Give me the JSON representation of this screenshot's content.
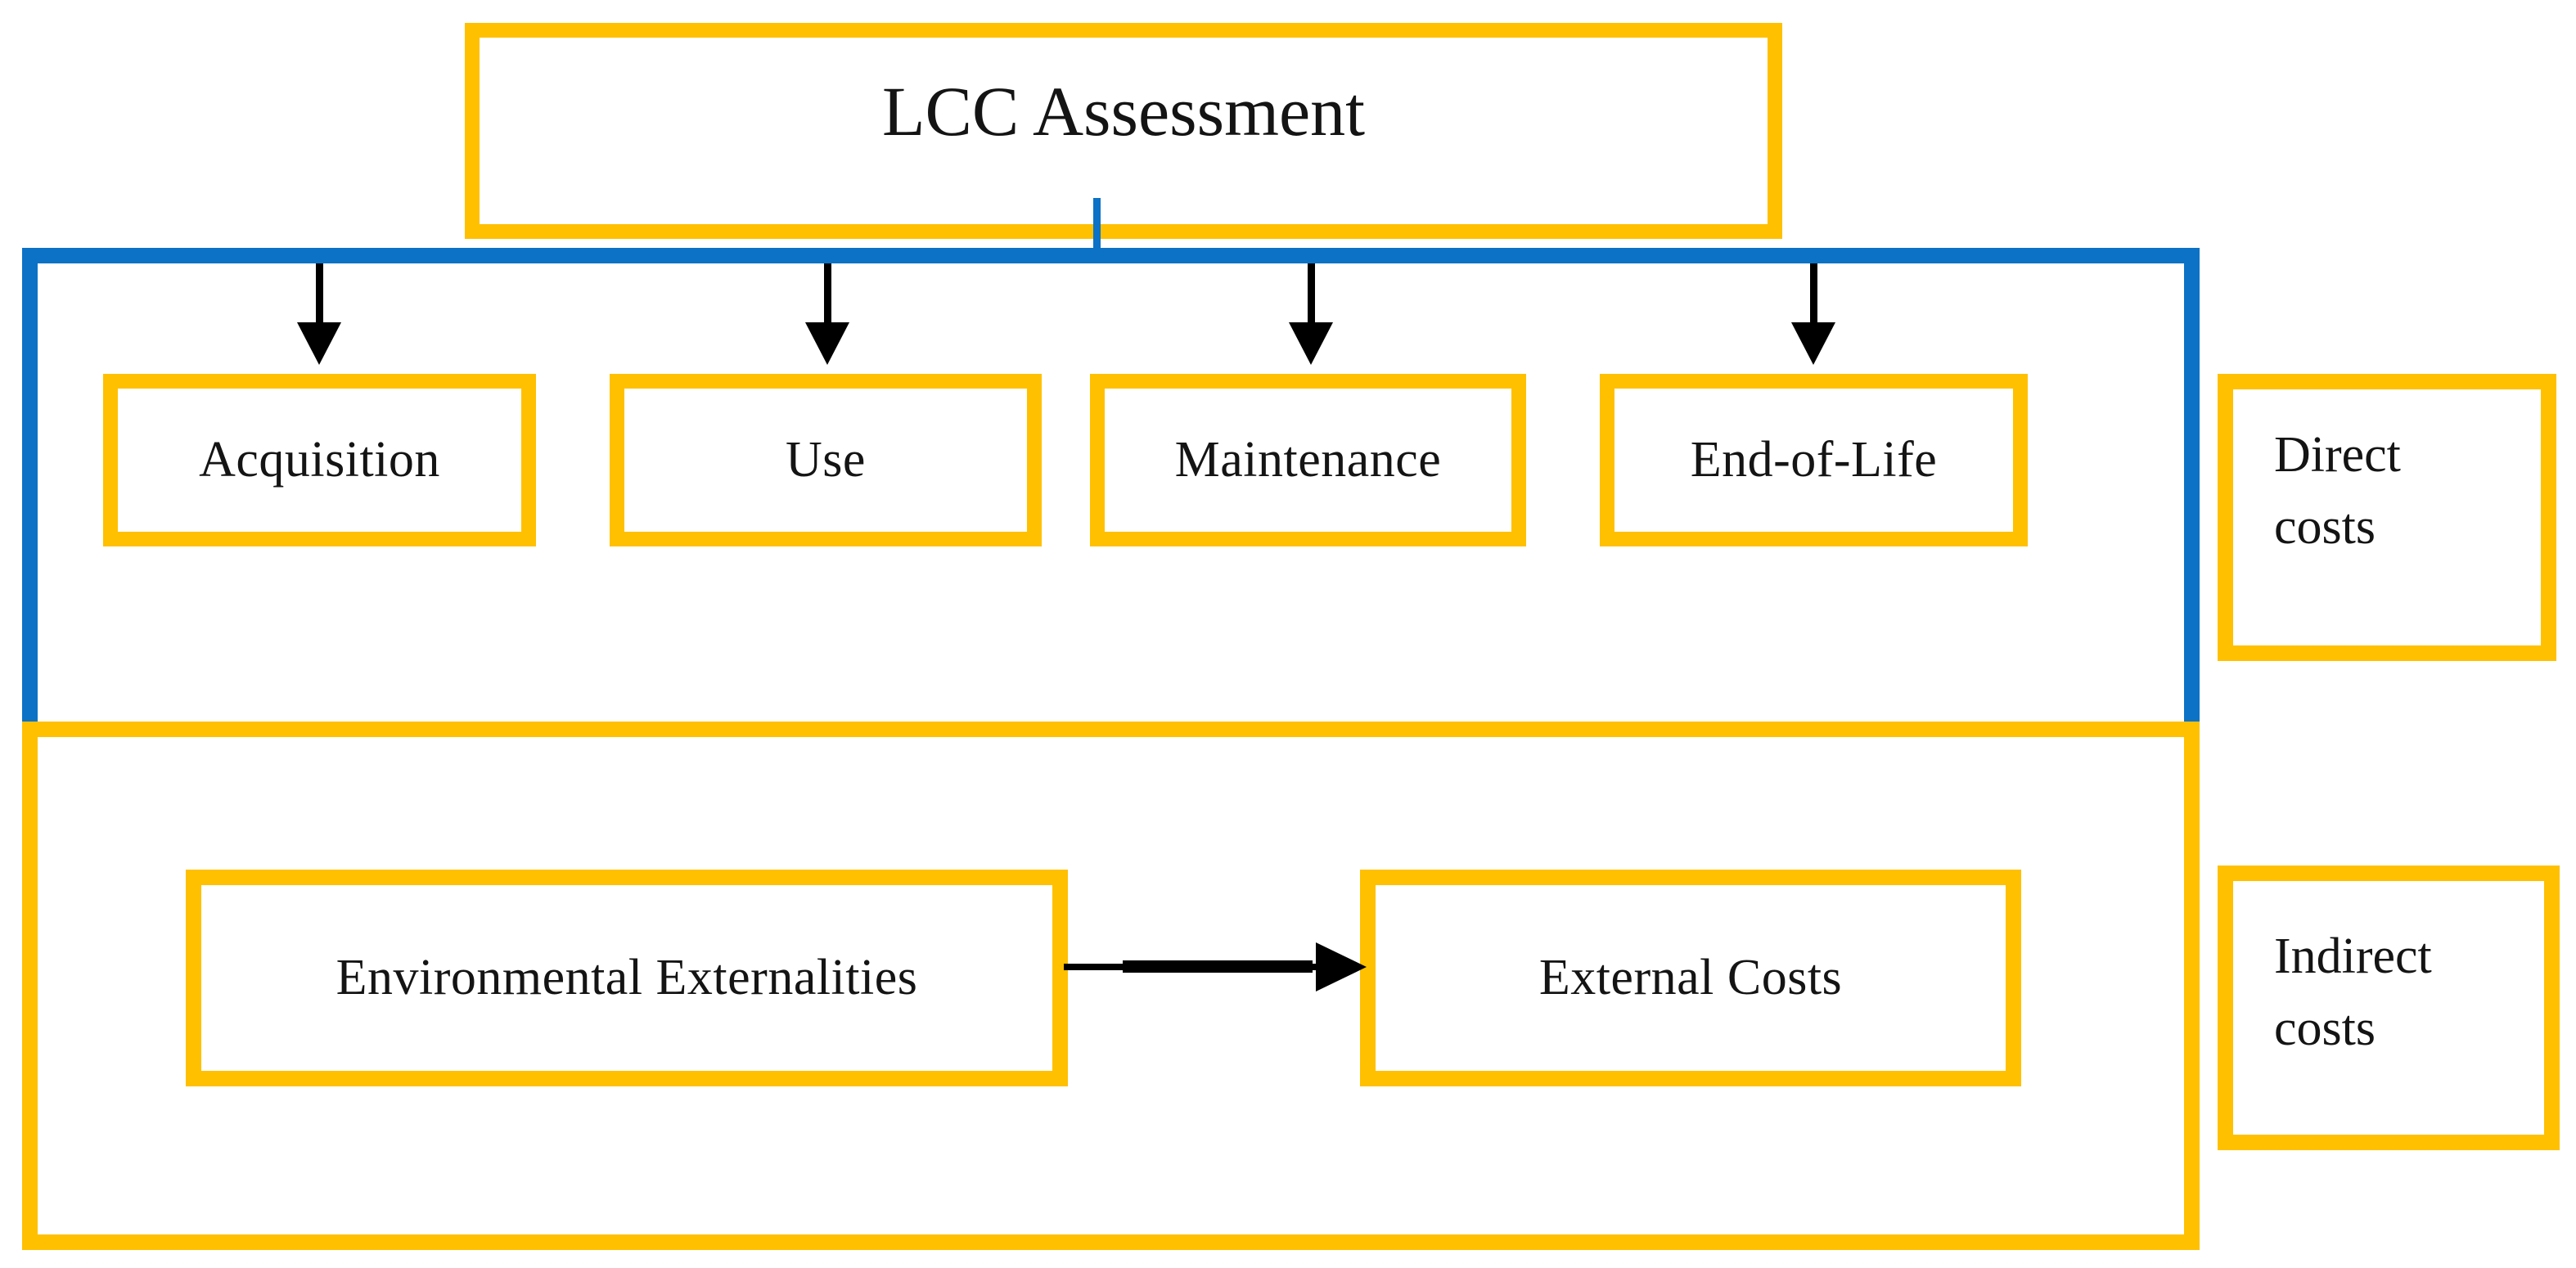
{
  "diagram": {
    "title_box": {
      "label": "LCC Assessment"
    },
    "phases": [
      {
        "label": "Acquisition"
      },
      {
        "label": "Use"
      },
      {
        "label": "Maintenance"
      },
      {
        "label": "End-of-Life"
      }
    ],
    "externalities": {
      "source_label": "Environmental Externalities",
      "target_label": "External Costs"
    },
    "cost_categories": {
      "direct": {
        "line1": "Direct",
        "line2": "costs"
      },
      "indirect": {
        "line1": "Indirect",
        "line2": "costs"
      }
    },
    "icons": {
      "down_arrow": "down-arrow-icon",
      "right_arrow": "right-arrow-icon"
    },
    "colors": {
      "accent_gold": "#FFC000",
      "accent_blue": "#0B72C6",
      "arrow_black": "#000000",
      "text": "#141414",
      "background": "#FFFFFF"
    }
  }
}
